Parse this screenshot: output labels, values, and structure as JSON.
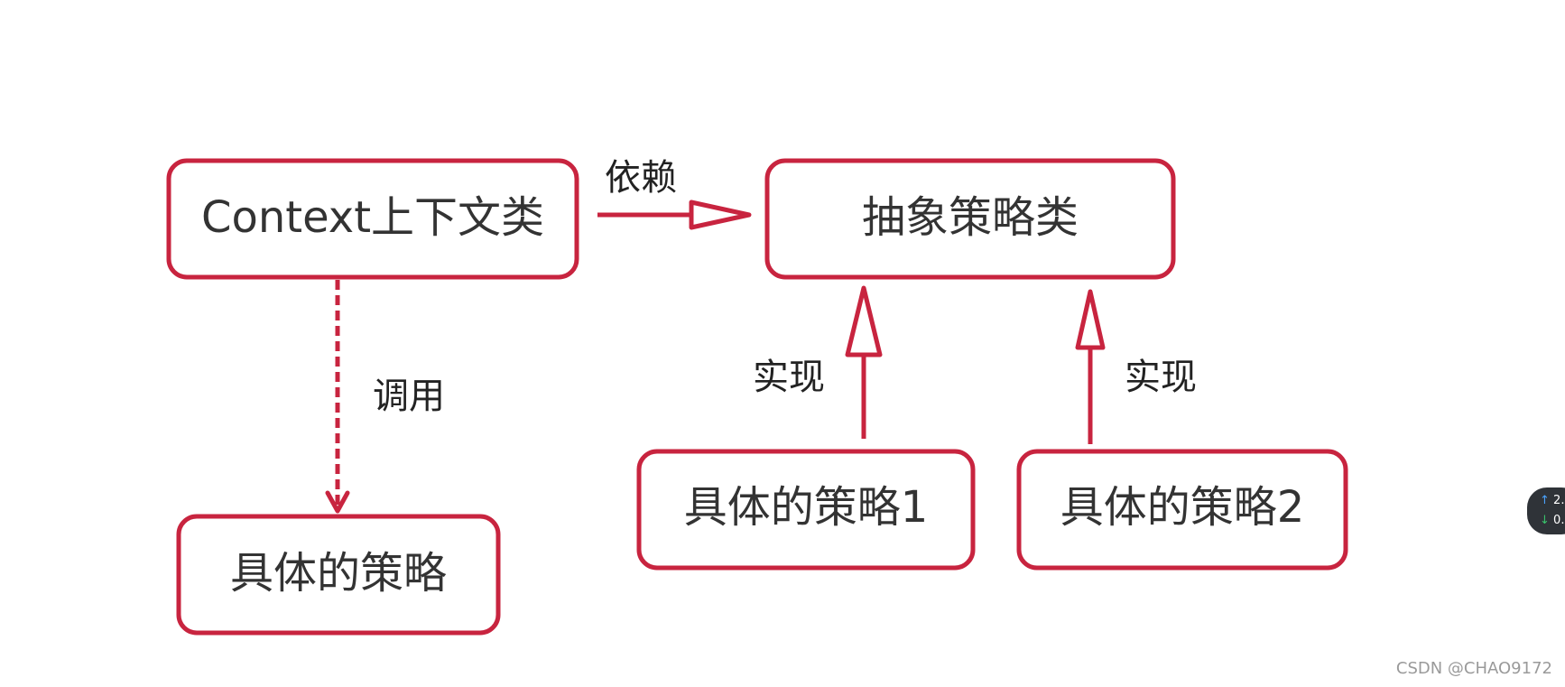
{
  "nodes": {
    "context": "Context上下文类",
    "abstract_strategy": "抽象策略类",
    "concrete_strategy": "具体的策略",
    "concrete_strategy_1": "具体的策略1",
    "concrete_strategy_2": "具体的策略2"
  },
  "edges": {
    "depends_label": "依赖",
    "calls_label": "调用",
    "implements_label_1": "实现",
    "implements_label_2": "实现"
  },
  "watermark": "CSDN @CHAO9172",
  "speed_badge": {
    "up_text": "2.",
    "down_text": "0."
  },
  "colors": {
    "border": "#c8243f",
    "text": "#333333",
    "background": "#ffffff"
  }
}
